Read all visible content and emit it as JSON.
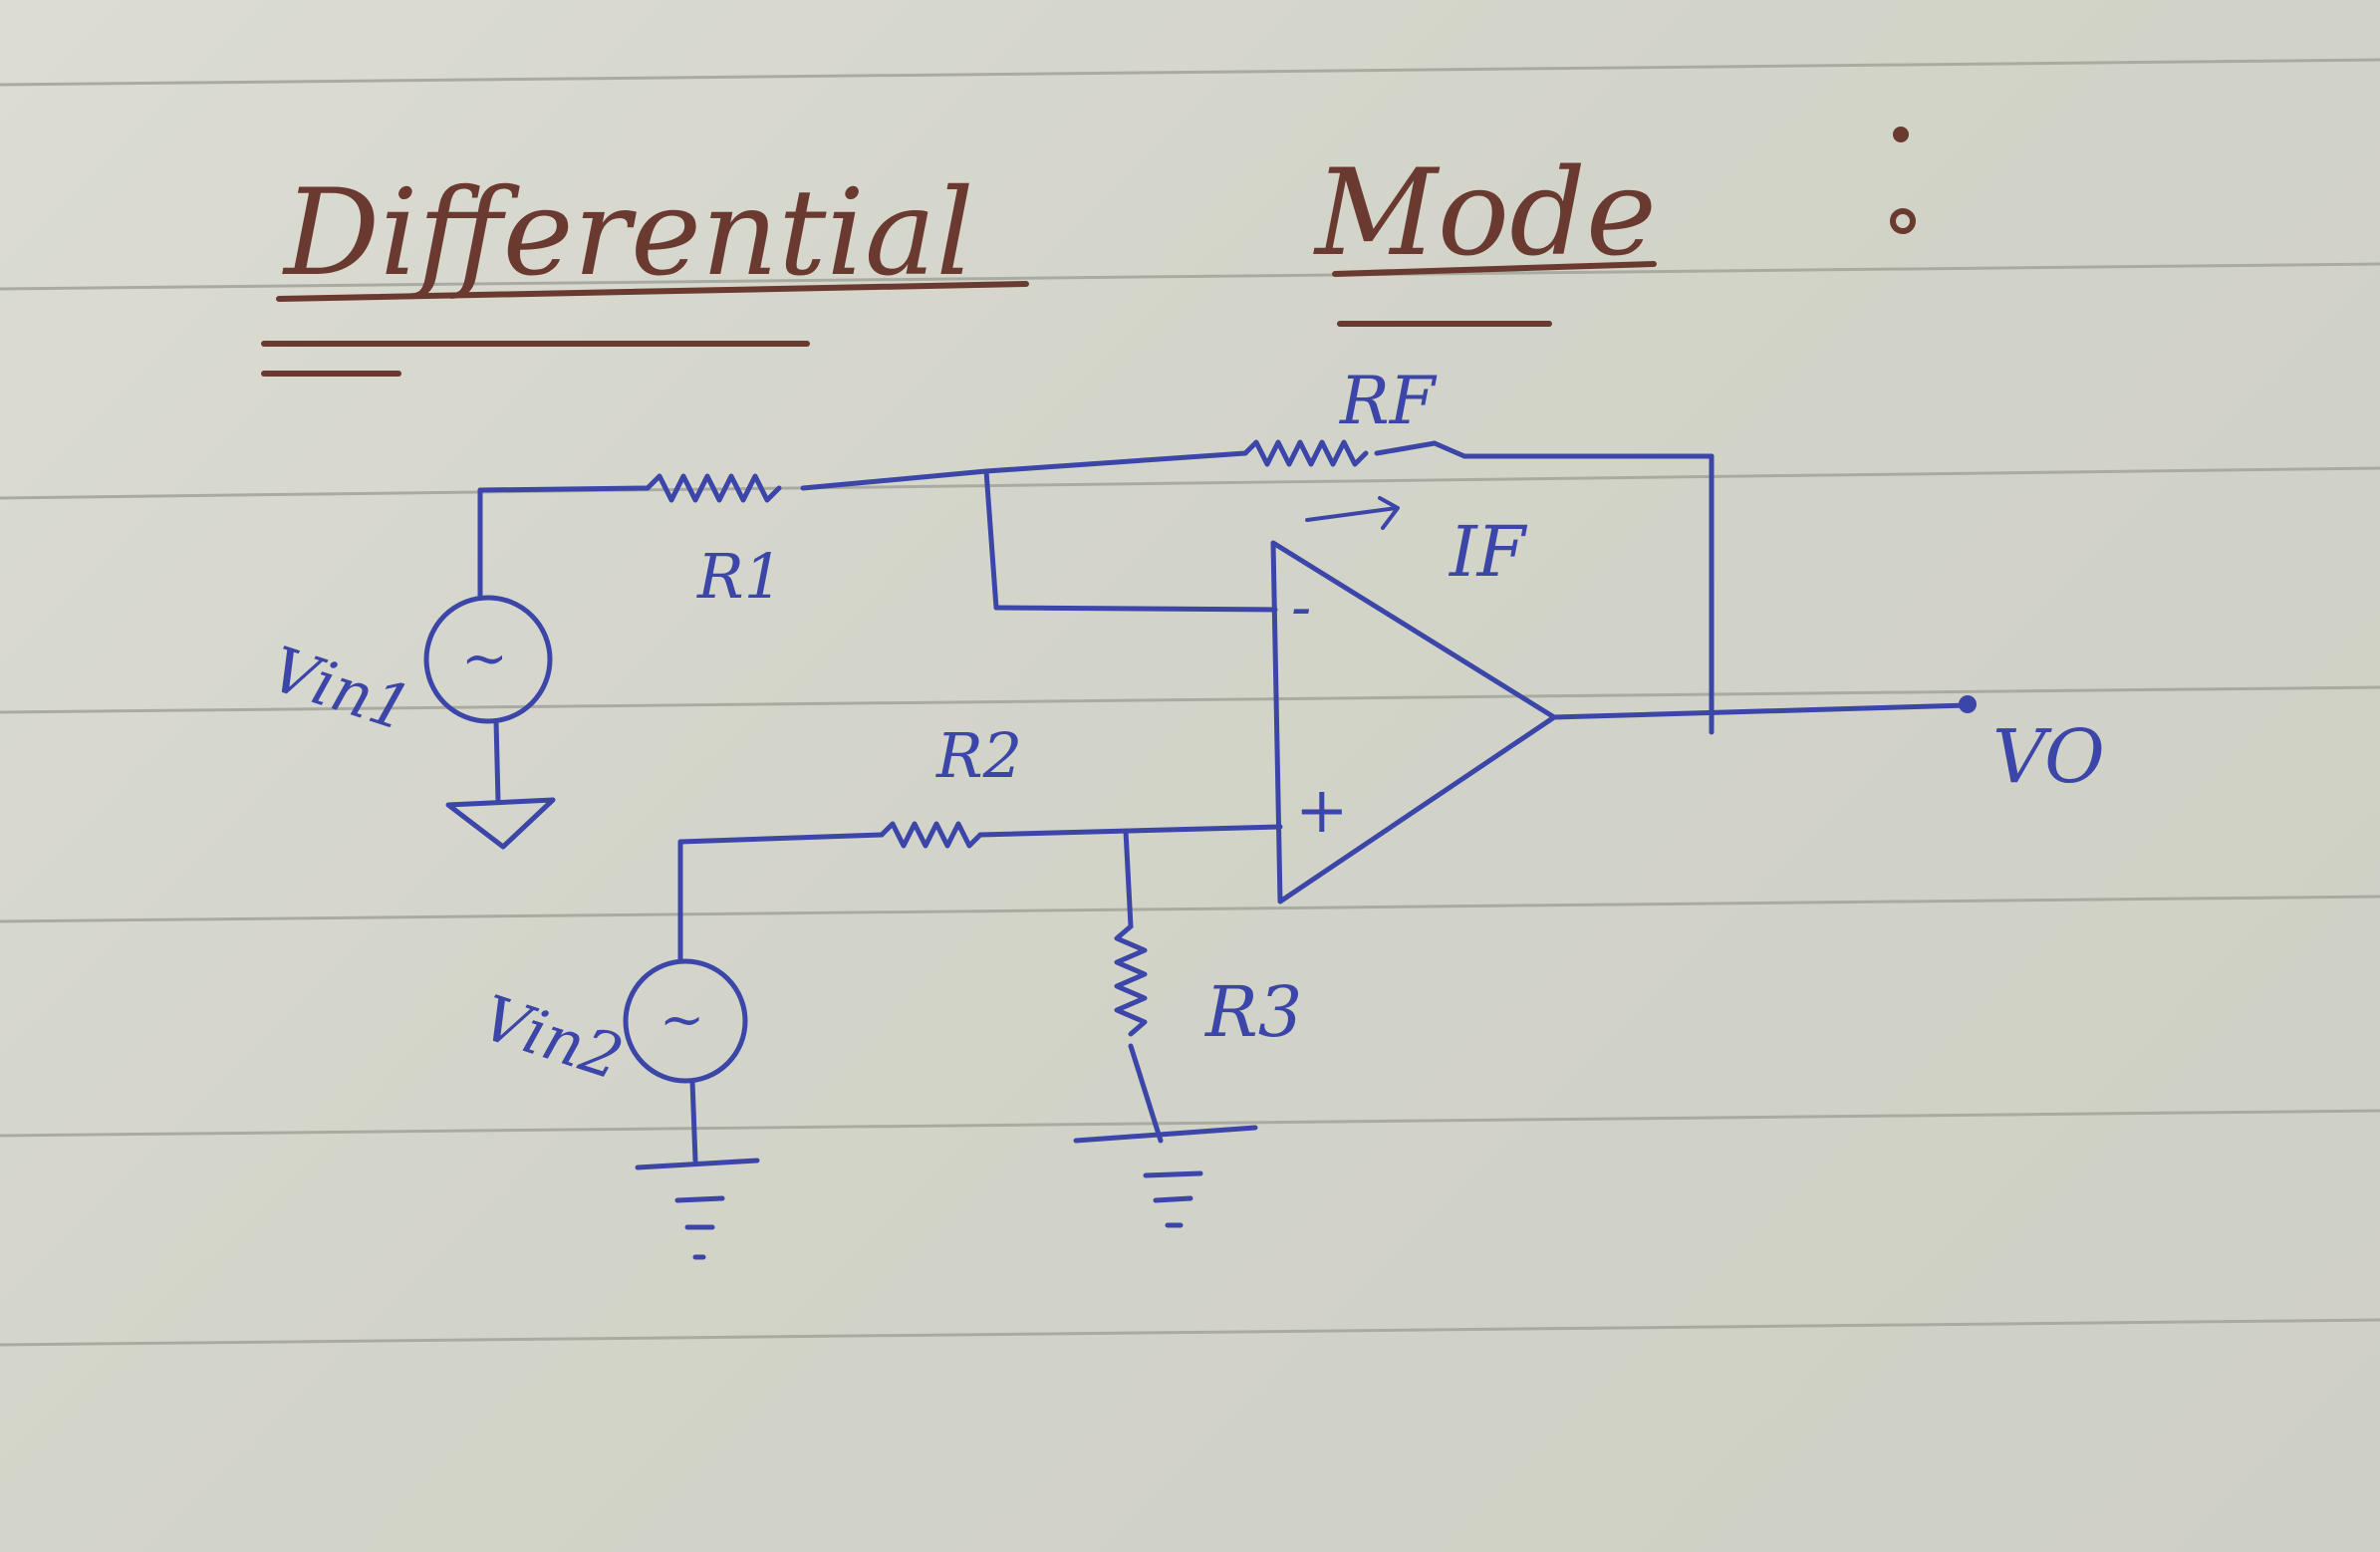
{
  "title": {
    "word1": "Differential",
    "word2": "Mode",
    "colon": ":"
  },
  "labels": {
    "rf": "RF",
    "if": "IF",
    "r1": "R1",
    "r2": "R2",
    "r3": "R3",
    "vin1": "Vin1",
    "vin2": "Vin2",
    "vo": "VO",
    "minus": "-",
    "plus": "+",
    "ac1": "~",
    "ac2": "~"
  },
  "colors": {
    "ink": "#3b46a8",
    "title_ink": "#6a3a30",
    "paper": "#d6d6cc",
    "rule": "#a9aba1"
  }
}
